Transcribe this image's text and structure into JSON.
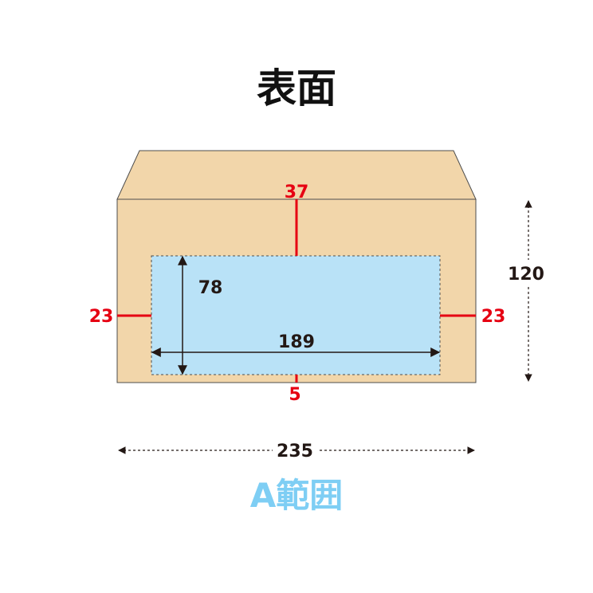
{
  "title": "表面",
  "colors": {
    "envelope": "#f2d6aa",
    "window": "#b9e2f7",
    "margin_line": "#e60012",
    "dimension_text": "#231815",
    "area_label": "#7ecef4"
  },
  "dimensions": {
    "envelope_width": "235",
    "envelope_height": "120",
    "window_width": "189",
    "window_height": "78",
    "margin_top": "37",
    "margin_bottom": "5",
    "margin_left": "23",
    "margin_right": "23"
  },
  "area_label": "A範囲"
}
